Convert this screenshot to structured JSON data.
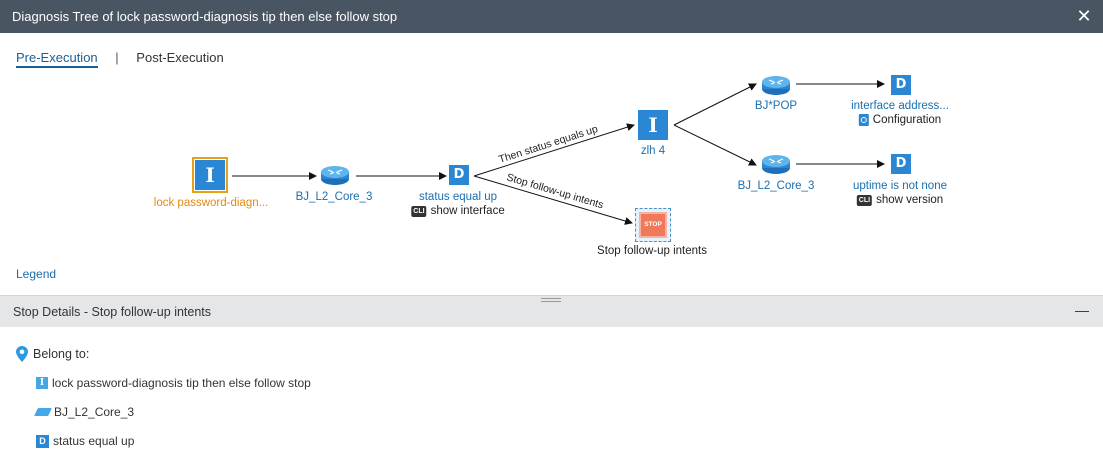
{
  "window": {
    "title": "Diagnosis Tree of lock password-diagnosis tip then else follow stop",
    "close_icon": "close-icon"
  },
  "tabs": [
    {
      "label": "Pre-Execution",
      "active": true
    },
    {
      "label": "Post-Execution",
      "active": false
    }
  ],
  "tab_separator": "|",
  "tree": {
    "root": {
      "icon": "I",
      "label": "lock password-diagn..."
    },
    "device1": {
      "label": "BJ_L2_Core_3"
    },
    "diag1": {
      "icon": "D",
      "label": "status equal up",
      "sub_badge": "CLI",
      "sub_label": "show interface"
    },
    "edge_then": "Then status equals up",
    "edge_stop": "Stop follow-up intents",
    "intent2": {
      "icon": "I",
      "label": "zlh 4"
    },
    "stop_node": {
      "badge": "STOP",
      "label": "Stop follow-up intents"
    },
    "device2": {
      "label": "BJ*POP"
    },
    "device3": {
      "label": "BJ_L2_Core_3"
    },
    "diag2": {
      "icon": "D",
      "label": "interface address...",
      "sub_label": "Configuration"
    },
    "diag3": {
      "icon": "D",
      "label": "uptime is not none",
      "sub_badge": "CLI",
      "sub_label": "show  version"
    }
  },
  "legend": "Legend",
  "details": {
    "title": "Stop Details - Stop follow-up intents",
    "collapse_icon": "—",
    "belong_to": "Belong to:",
    "items": [
      {
        "type": "intent",
        "icon": "I",
        "label": "lock password-diagnosis tip then else follow stop"
      },
      {
        "type": "device",
        "label": "BJ_L2_Core_3"
      },
      {
        "type": "diagnosis",
        "icon": "D",
        "label": "status equal up"
      }
    ]
  },
  "colors": {
    "titlebar": "#4a5563",
    "link": "#1a6fb0",
    "node_blue": "#2b86d3",
    "selected_border": "#e5a11a",
    "stop": "#ee7a5b"
  }
}
